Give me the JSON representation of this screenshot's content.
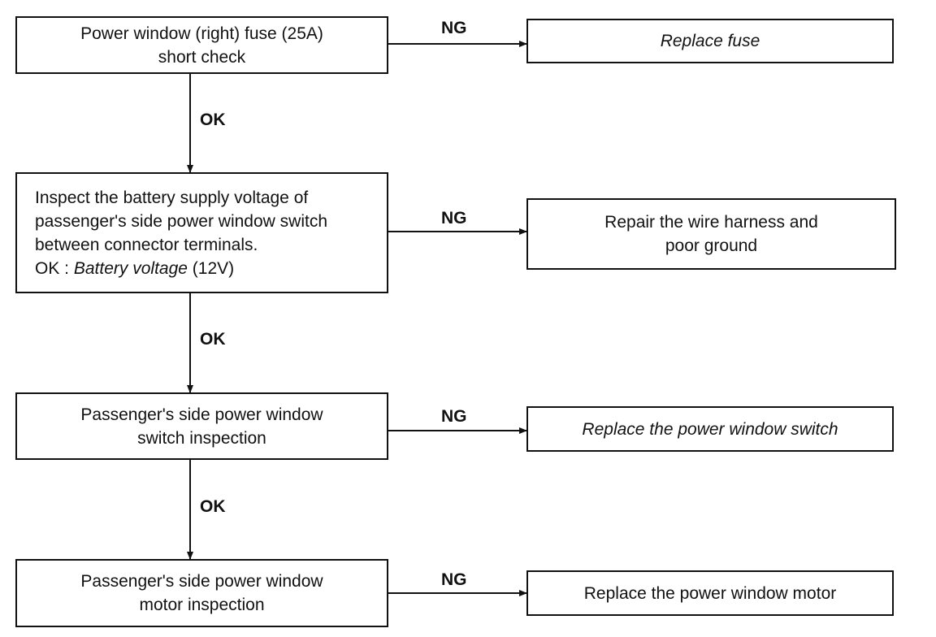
{
  "steps": [
    {
      "lines": [
        "Power window (right) fuse (25A)",
        "short check"
      ],
      "ng_label": "NG",
      "ok_label": "OK",
      "result_lines": [
        "Replace fuse"
      ],
      "result_italic": true
    },
    {
      "lines": [
        "Inspect the battery supply voltage of",
        "passenger's side power window switch",
        "between connector terminals."
      ],
      "spec_prefix": "OK : ",
      "spec_italic": "Battery voltage",
      "spec_suffix": " (12V)",
      "ng_label": "NG",
      "ok_label": "OK",
      "result_lines": [
        "Repair the wire harness and",
        "poor ground"
      ],
      "result_italic": false
    },
    {
      "lines": [
        "Passenger's side power window",
        "switch inspection"
      ],
      "ng_label": "NG",
      "ok_label": "OK",
      "result_lines": [
        "Replace the power window switch"
      ],
      "result_italic": true
    },
    {
      "lines": [
        "Passenger's side power window",
        "motor inspection"
      ],
      "ng_label": "NG",
      "result_lines": [
        "Replace the power window motor"
      ],
      "result_italic": false
    }
  ]
}
